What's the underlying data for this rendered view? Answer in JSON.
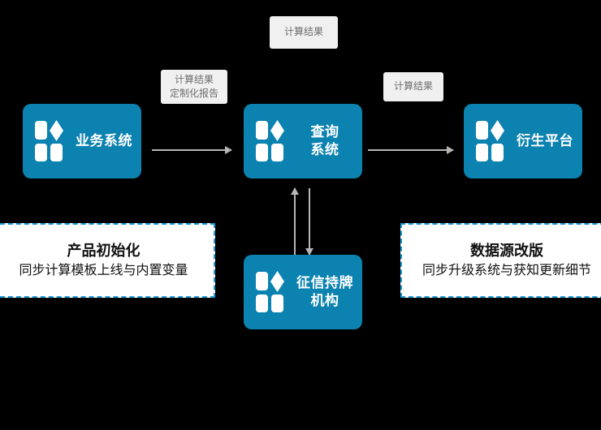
{
  "diagram": {
    "background_color": "#000000",
    "node_color": "#0b82b0",
    "chip_color": "#f0f0f0",
    "panel_border_color": "#1a9ad6",
    "arrow_color": "#b6b6b6",
    "nodes": [
      {
        "id": "business-system",
        "label": "业务系统",
        "icon": "four-block-diamond-icon"
      },
      {
        "id": "query-system",
        "label_line1": "查询",
        "label_line2": "系统",
        "icon": "four-block-diamond-icon"
      },
      {
        "id": "derivative-platform",
        "label": "衍生平台",
        "icon": "four-block-diamond-icon"
      },
      {
        "id": "credit-licensed-org",
        "label_line1": "征信持牌",
        "label_line2": "机构",
        "icon": "four-block-diamond-icon"
      }
    ],
    "chips": [
      {
        "id": "chip-top",
        "line1": "计算结果"
      },
      {
        "id": "chip-left",
        "line1": "计算结果",
        "line2": "定制化报告"
      },
      {
        "id": "chip-right",
        "line1": "计算结果"
      }
    ],
    "panels": [
      {
        "id": "panel-product-init",
        "title": "产品初始化",
        "subtitle": "同步计算模板上线与内置变量"
      },
      {
        "id": "panel-datasource-revision",
        "title": "数据源改版",
        "subtitle": "同步升级系统与获知更新细节"
      }
    ],
    "arrows": [
      {
        "id": "arrow-business-to-query",
        "direction": "right"
      },
      {
        "id": "arrow-query-to-derivative",
        "direction": "right"
      },
      {
        "id": "arrow-credit-to-query",
        "direction": "up"
      },
      {
        "id": "arrow-query-to-credit",
        "direction": "down"
      }
    ]
  }
}
